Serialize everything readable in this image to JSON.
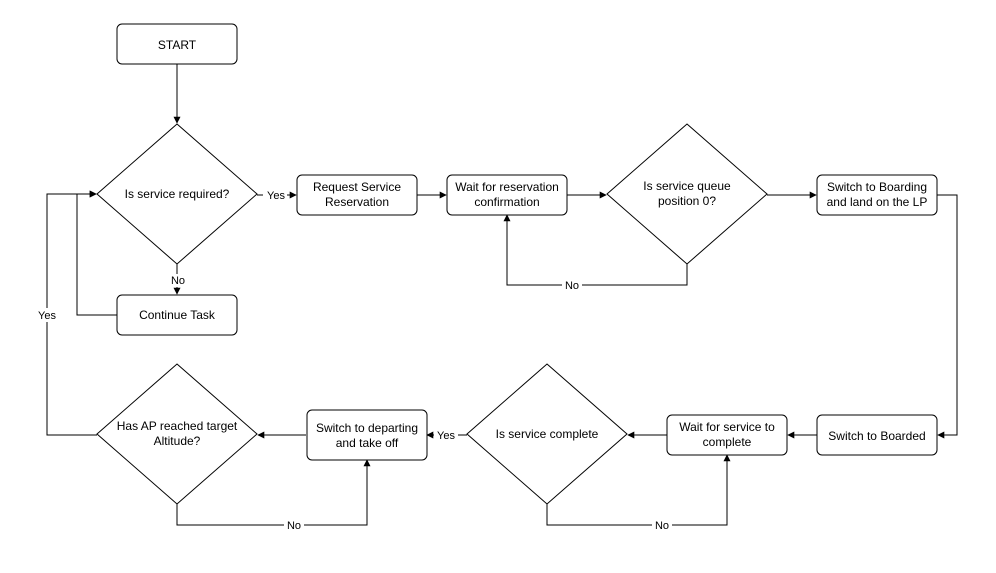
{
  "nodes": {
    "start": "START",
    "is_service_required": "Is service required?",
    "continue_task": "Continue Task",
    "request_service_reservation": [
      "Request Service",
      "Reservation"
    ],
    "wait_reservation": [
      "Wait for reservation",
      "confirmation"
    ],
    "queue_position": [
      "Is service queue",
      "position 0?"
    ],
    "switch_boarding": [
      "Switch to Boarding",
      "and land on the LP"
    ],
    "switch_boarded": "Switch to Boarded",
    "wait_service": [
      "Wait for service to",
      "complete"
    ],
    "is_service_complete": "Is service complete",
    "switch_departing": [
      "Switch to departing",
      "and take off"
    ],
    "reached_altitude": [
      "Has AP reached target",
      "Altitude?"
    ]
  },
  "edge_labels": {
    "yes": "Yes",
    "no": "No"
  }
}
